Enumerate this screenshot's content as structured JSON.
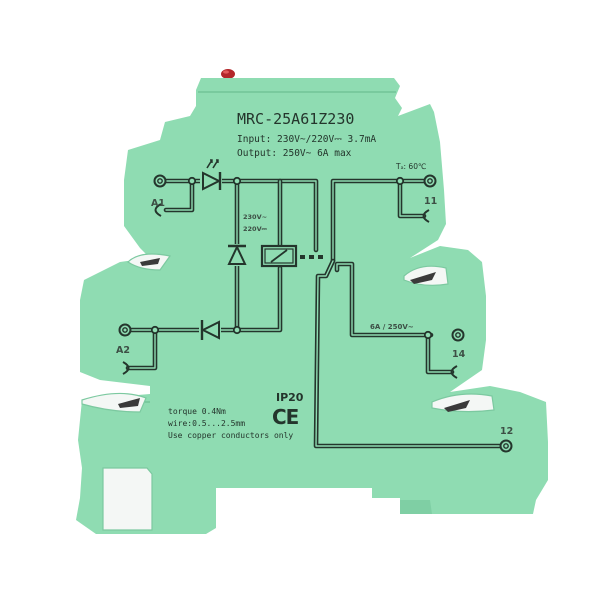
{
  "product": {
    "model": "MRC-25A61Z230",
    "input_spec": "Input: 230V~/220V⎓ 3.7mA",
    "output_spec": "Output: 250V~  6A  max",
    "ambient_temp": "Tₐ: 60℃",
    "coil_voltage_ac": "230V~",
    "coil_voltage_dc": "220V⎓",
    "contact_rating": "6A / 250V~",
    "ip_rating": "IP20",
    "certification_mark": "CE",
    "notes": [
      "torque 0.4Nm",
      "wire:0.5...2.5mm",
      "Use copper conductors only"
    ]
  },
  "terminals": {
    "a1": "A1",
    "a2": "A2",
    "t11": "11",
    "t14": "14",
    "t12": "12"
  },
  "indicator": {
    "name": "led-indicator",
    "color": "#c0282a"
  },
  "colors": {
    "housing": "#8fdcb2",
    "print": "#24352c",
    "background": "#ffffff"
  }
}
